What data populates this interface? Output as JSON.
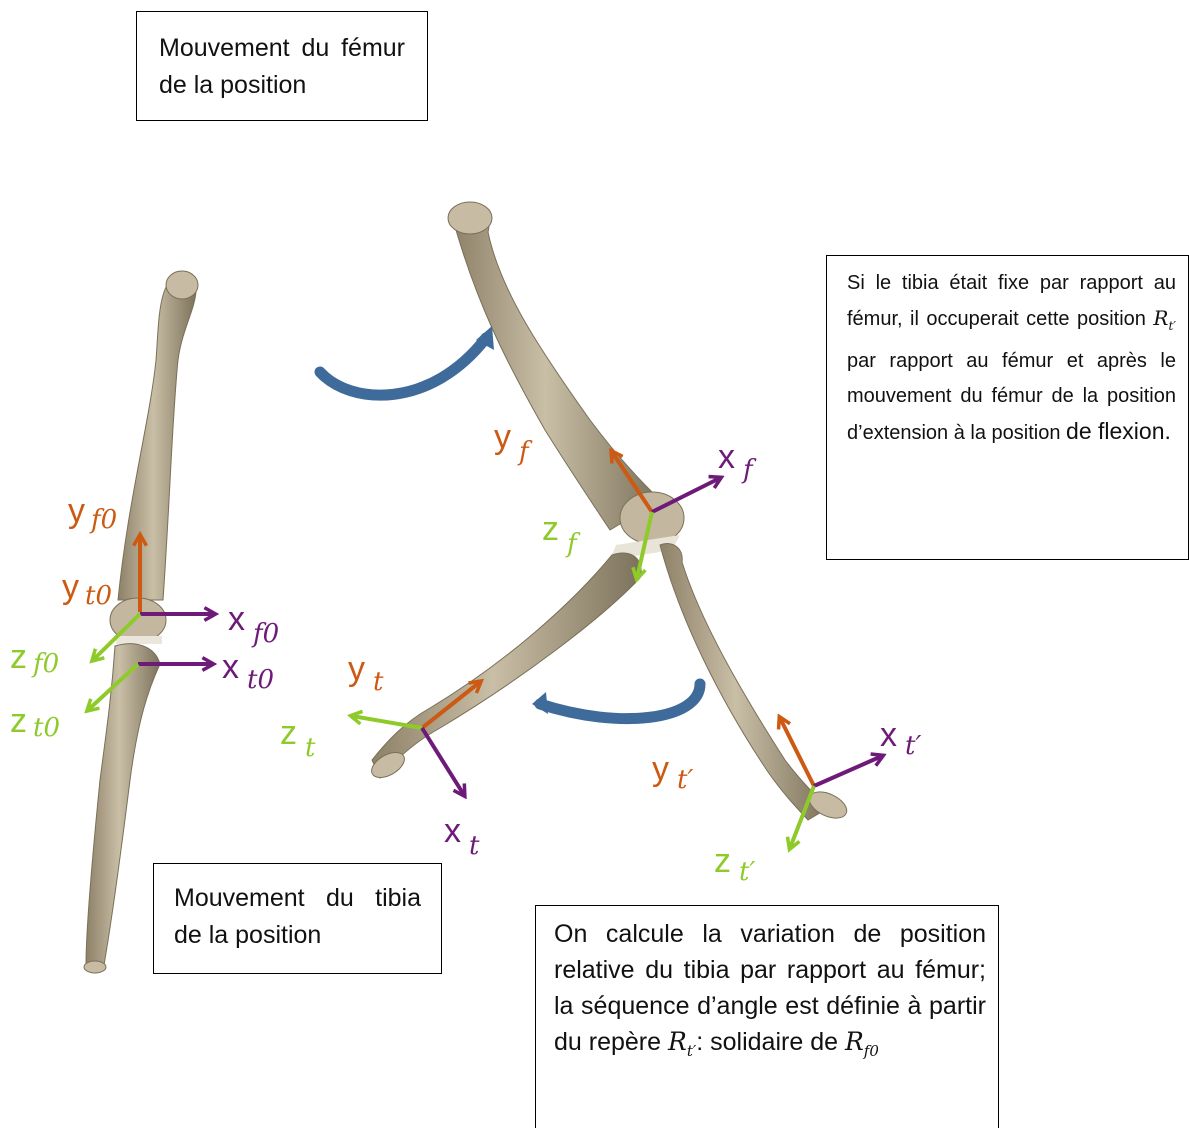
{
  "box_top_left": "Mouvement du fémur de la position",
  "box_right": {
    "line1": "Si le tibia était fixe par rapport au fémur, il occuperait cette position",
    "sym": "R",
    "sym_sub": "t′",
    "line2": "par rapport au fémur et après le mouvement du fémur de la position d’extension à la position",
    "line3": "de flexion."
  },
  "box_bottom_left": "Mouvement du tibia de la position",
  "box_bottom_right": {
    "line1": "On calcule la variation de position relative du tibia par rapport au fémur; la séquence d’angle est définie à partir du repère",
    "sym1": "R",
    "sym1_sub": "t′",
    "line2": ": solidaire de",
    "sym2": "R",
    "sym2_sub": "f0"
  },
  "colors": {
    "y": "#cc5a12",
    "x": "#6e1a78",
    "z": "#8ecb2a",
    "bone": "#b9ad94",
    "rotation_arrow": "#3f6b9a"
  },
  "axes": {
    "y_f0": {
      "letter": "y",
      "sub": "f0"
    },
    "y_t0": {
      "letter": "y",
      "sub": "t0"
    },
    "x_f0": {
      "letter": "x",
      "sub": "f0"
    },
    "x_t0": {
      "letter": "x",
      "sub": "t0"
    },
    "z_f0": {
      "letter": "z",
      "sub": "f0"
    },
    "z_t0": {
      "letter": "z",
      "sub": "t0"
    },
    "y_f": {
      "letter": "y",
      "sub": "f"
    },
    "x_f": {
      "letter": "x",
      "sub": "f"
    },
    "z_f": {
      "letter": "z",
      "sub": "f"
    },
    "y_t": {
      "letter": "y",
      "sub": "t"
    },
    "z_t": {
      "letter": "z",
      "sub": "t"
    },
    "x_t": {
      "letter": "x",
      "sub": "t"
    },
    "x_tp": {
      "letter": "x",
      "sub": "t′"
    },
    "y_tp": {
      "letter": "y",
      "sub": "t′"
    },
    "z_tp": {
      "letter": "z",
      "sub": "t′"
    }
  }
}
